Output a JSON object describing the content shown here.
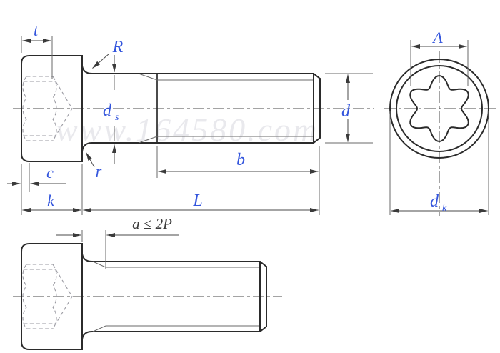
{
  "colors": {
    "label_blue": "#3355dd",
    "outline": "#2b2b2b",
    "note_dark": "#3c3c3c",
    "hidden_line": "#9a9aa2",
    "watermark": "#e9e9ed"
  },
  "watermark": {
    "text": "www.164580.com"
  },
  "labels": {
    "socket_depth": "t",
    "fillet_radius_upper": "R",
    "shank_diameter_base": "d",
    "shank_diameter_sub": "s",
    "thread_diameter": "d",
    "thread_length": "b",
    "head_chamfer": "c",
    "fillet_radius_lower": "r",
    "head_height": "k",
    "screw_length": "L",
    "socket_size": "A",
    "head_diameter_base": "d",
    "head_diameter_sub": "k",
    "thread_runout": "a ≤ 2P"
  }
}
